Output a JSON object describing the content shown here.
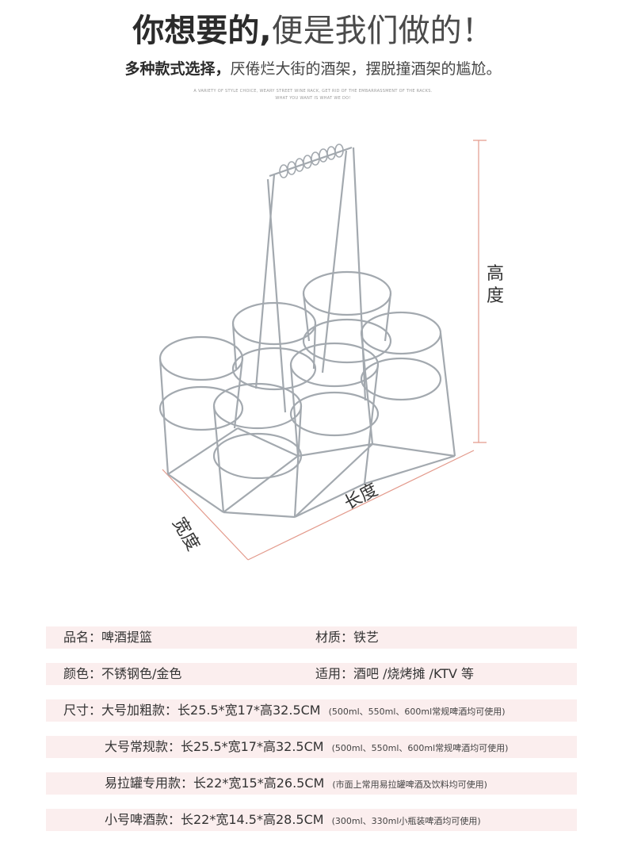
{
  "header": {
    "headline_bold": "你想要的,",
    "headline_light": "便是我们做的！",
    "sub_bold": "多种款式选择，",
    "sub_light": "厌倦烂大街的酒架，摆脱撞酒架的尴尬。",
    "tiny_line1": "A VARIETY OF STYLE CHOICE, WEARY STREET WINE RACK, GET RID OF THE EMBARRASSMENT OF THE RACKS.",
    "tiny_line2": "WHAT YOU WANT IS WHAT WE DO!"
  },
  "product": {
    "icon": "wire-beer-basket-image",
    "height_label": "高度",
    "width_label": "宽度",
    "length_label": "长度",
    "dimension_line_color": "#e39a8c",
    "wire_color": "#9aa0a6"
  },
  "specs": {
    "row_bg": "#fbeeee",
    "name": "品名：啤酒提篮",
    "material": "材质：铁艺",
    "color": "颜色：不锈钢色/金色",
    "usage": "适用：酒吧 /烧烤摊 /KTV 等",
    "sizes": [
      {
        "prefix": "尺寸：",
        "text": "大号加粗款：长25.5*宽17*高32.5CM",
        "note": "(500ml、550ml、600ml常规啤酒均可使用)"
      },
      {
        "prefix": "",
        "text": "大号常规款：长25.5*宽17*高32.5CM",
        "note": "(500ml、550ml、600ml常规啤酒均可使用)"
      },
      {
        "prefix": "",
        "text": "易拉罐专用款：长22*宽15*高26.5CM",
        "note": "(市面上常用易拉罐啤酒及饮料均可使用)"
      },
      {
        "prefix": "",
        "text": "小号啤酒款：长22*宽14.5*高28.5CM",
        "note": "(300ml、330ml小瓶装啤酒均可使用)"
      }
    ]
  }
}
